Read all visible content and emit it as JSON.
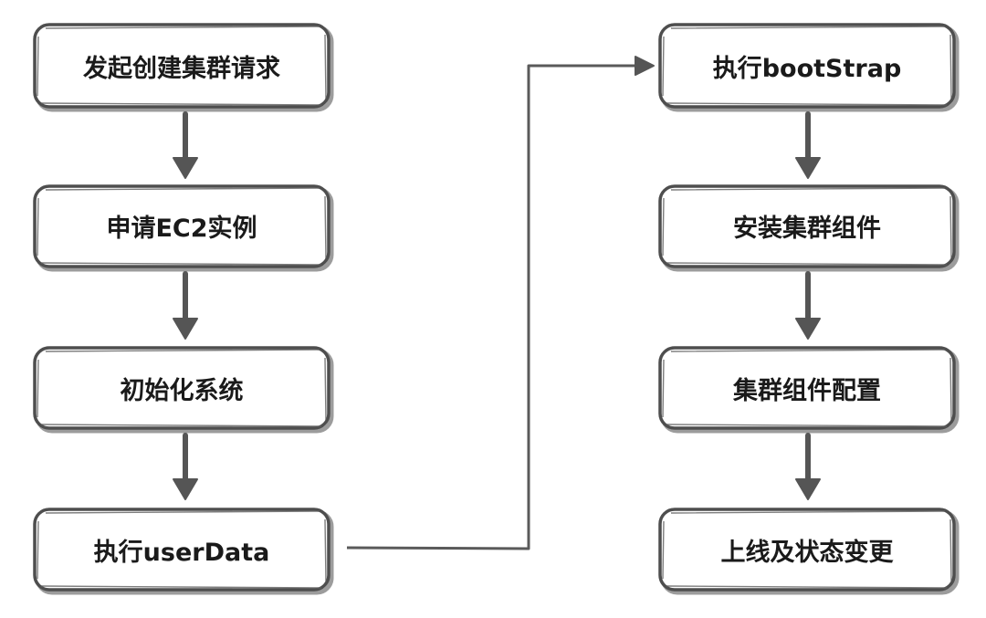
{
  "flow": {
    "left_column": [
      {
        "label": "发起创建集群请求"
      },
      {
        "label": "申请EC2实例"
      },
      {
        "label": "初始化系统"
      },
      {
        "label": "执行userData"
      }
    ],
    "right_column": [
      {
        "label": "执行bootStrap"
      },
      {
        "label": "安装集群组件"
      },
      {
        "label": "集群组件配置"
      },
      {
        "label": "上线及状态变更"
      }
    ]
  },
  "colors": {
    "box_border": "#4e4e4e",
    "arrow": "#555555",
    "text": "#1a1a1a",
    "background": "#ffffff"
  }
}
